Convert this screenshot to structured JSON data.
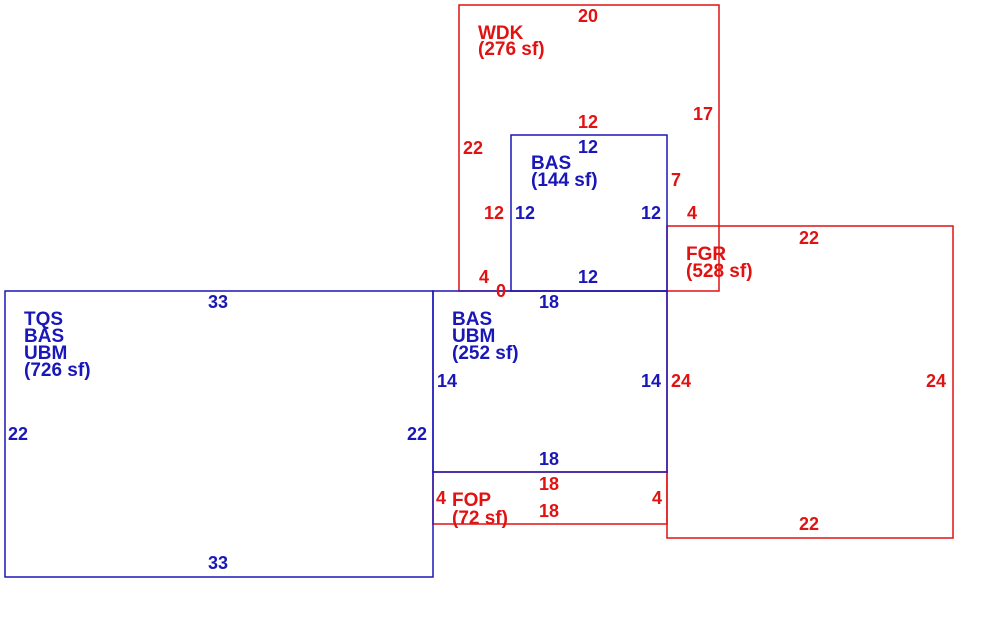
{
  "colors": {
    "blue": "#1a17b8",
    "red": "#e01212"
  },
  "areas": {
    "wdk": {
      "code": "WDK",
      "area": "(276 sf)",
      "color": "red"
    },
    "bas_top": {
      "code": "BAS",
      "area": "(144 sf)",
      "color": "blue"
    },
    "fgr": {
      "code": "FGR",
      "area": "(528 sf)",
      "color": "red"
    },
    "tqs": {
      "code1": "TQS",
      "code2": "BAS",
      "code3": "UBM",
      "area": "(726 sf)",
      "color": "blue"
    },
    "bas_mid": {
      "code1": "BAS",
      "code2": "UBM",
      "area": "(252 sf)",
      "color": "blue"
    },
    "fop": {
      "code": "FOP",
      "area": "(72 sf)",
      "color": "red"
    }
  },
  "dimensions": {
    "wdk_top": "20",
    "wdk_left": "22",
    "wdk_right": "17",
    "wdk_right_low": "4",
    "wdk_inner_left": "12",
    "wdk_bottom_left": "4",
    "wdk_bottom_zero": "0",
    "wdk_inner_top": "12",
    "bas_top": "12",
    "bas_right_ext": "7",
    "bas_left": "12",
    "bas_right": "12",
    "bas_bottom": "12",
    "fgr_top": "22",
    "fgr_left": "24",
    "fgr_right": "24",
    "fgr_bottom": "22",
    "tqs_top": "33",
    "tqs_left": "22",
    "tqs_right": "22",
    "tqs_bottom": "33",
    "mid_top": "18",
    "mid_left": "14",
    "mid_right": "14",
    "mid_bottom": "18",
    "fop_top": "18",
    "fop_left": "4",
    "fop_right": "4",
    "fop_bottom": "18"
  }
}
